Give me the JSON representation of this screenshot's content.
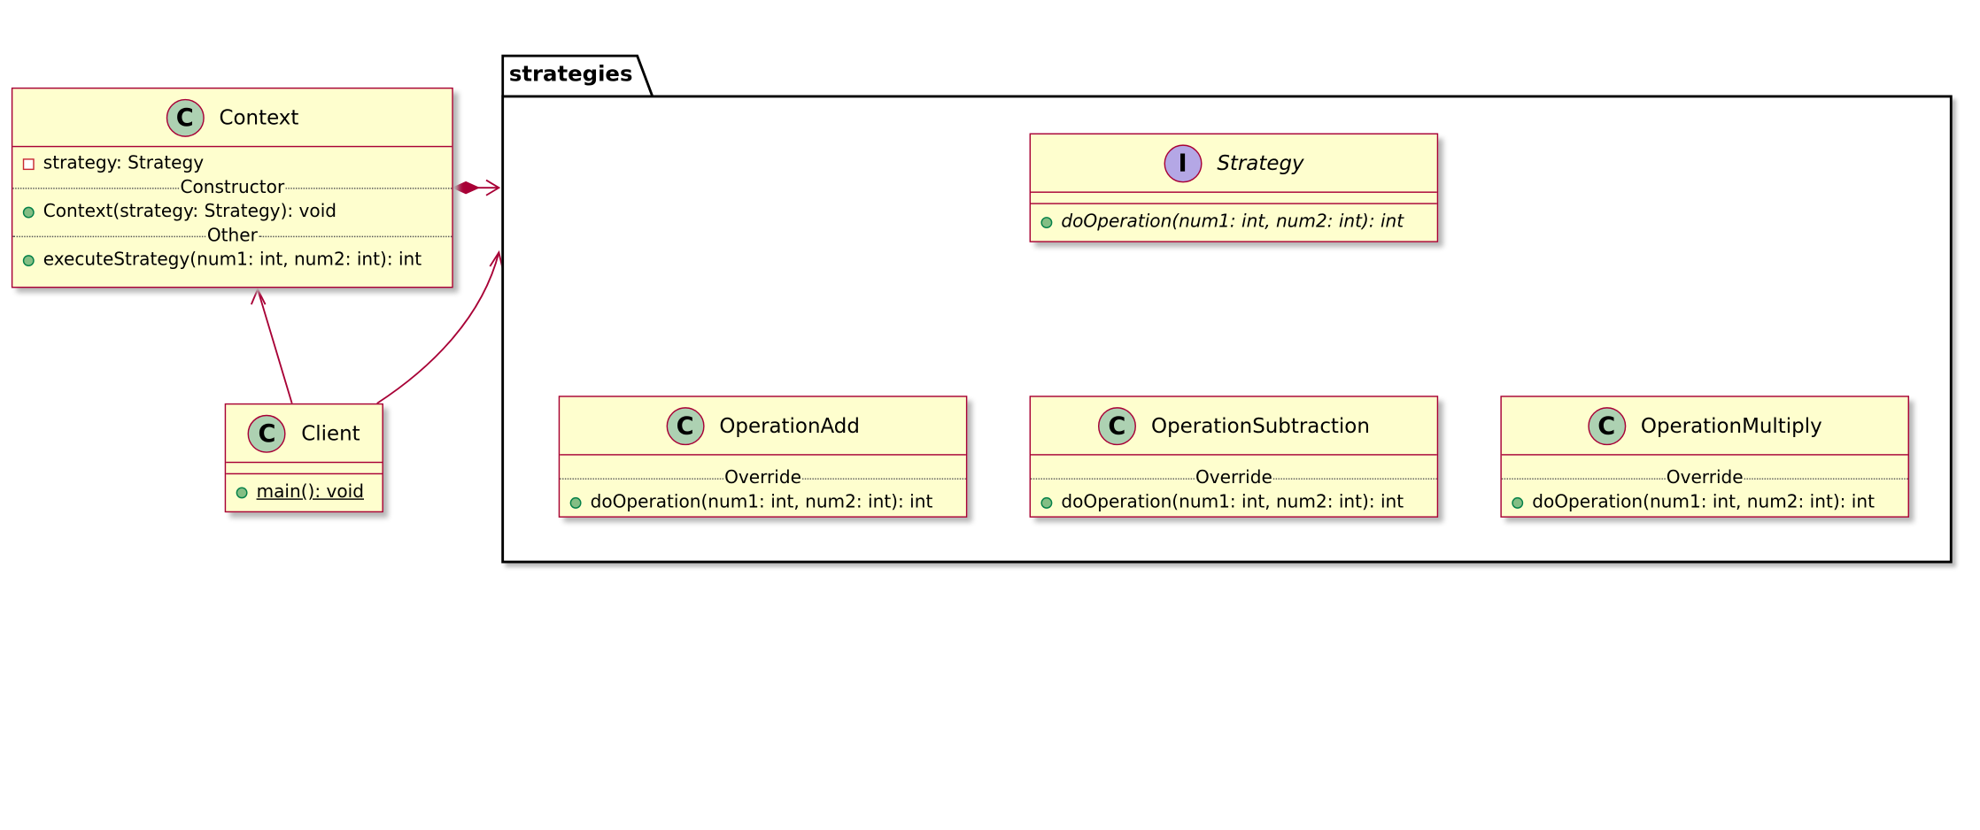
{
  "package": {
    "name": "strategies"
  },
  "context": {
    "stereotype": "C",
    "name": "Context",
    "field": "strategy: Strategy",
    "sep_constructor": "Constructor",
    "constructor": "Context(strategy: Strategy): void",
    "sep_other": "Other",
    "method": "executeStrategy(num1: int, num2: int): int"
  },
  "client": {
    "stereotype": "C",
    "name": "Client",
    "method": "main(): void"
  },
  "strategy": {
    "stereotype": "I",
    "name": "Strategy",
    "method": "doOperation(num1: int, num2: int): int"
  },
  "operation_add": {
    "stereotype": "C",
    "name": "OperationAdd",
    "sep": "Override",
    "method": "doOperation(num1: int, num2: int): int"
  },
  "operation_subtraction": {
    "stereotype": "C",
    "name": "OperationSubtraction",
    "sep": "Override",
    "method": "doOperation(num1: int, num2: int): int"
  },
  "operation_multiply": {
    "stereotype": "C",
    "name": "OperationMultiply",
    "sep": "Override",
    "method": "doOperation(num1: int, num2: int): int"
  },
  "colors": {
    "class_fill": "#FEFECE",
    "class_border": "#A80036",
    "class_stereotype": "#ADD1B2",
    "interface_stereotype": "#B4A7E5",
    "public_marker": "#84BE84",
    "private_marker": "#C82930"
  }
}
